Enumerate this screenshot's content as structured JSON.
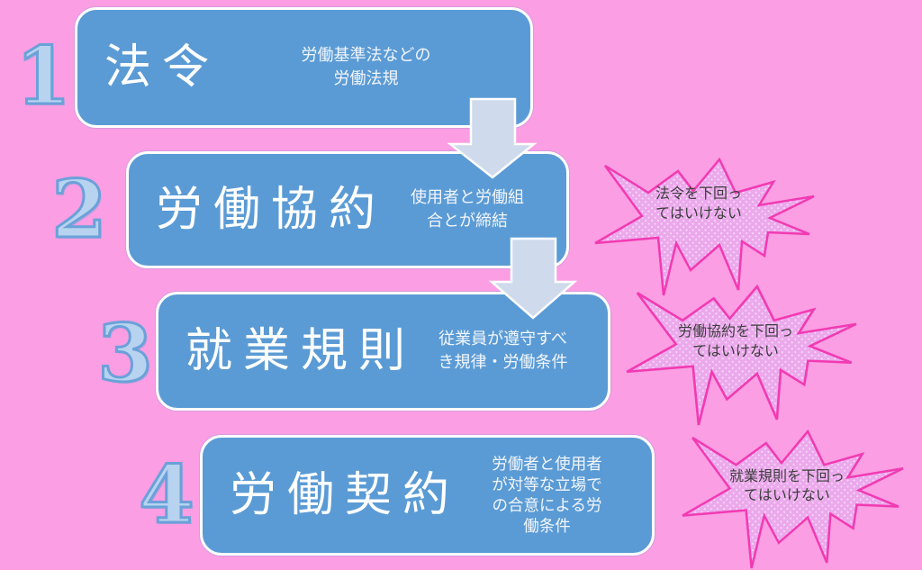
{
  "colors": {
    "background": "#fb9ee3",
    "box_fill": "#5b9bd5",
    "box_border": "#ffffff",
    "arrow_fill": "#cfdaec",
    "burst_fill": "#eba9ec",
    "burst_dot": "#f9ddf9",
    "burst_border": "#f23ab2",
    "number_fill": "#b7d3ef",
    "number_stroke": "#6ba1d9",
    "text_on_box": "#ffffff",
    "burst_text": "#3d3d3d"
  },
  "diagram": {
    "steps": [
      {
        "number": "1",
        "title": "法令",
        "subtitle": "労働基準法などの\n労働法規"
      },
      {
        "number": "2",
        "title": "労働協約",
        "subtitle": "使用者と労働組\n合とが締結"
      },
      {
        "number": "3",
        "title": "就業規則",
        "subtitle": "従業員が遵守すべ\nき規律・労働条件"
      },
      {
        "number": "4",
        "title": "労働契約",
        "subtitle": "労働者と使用者\nが対等な立場で\nの合意による労\n働条件"
      }
    ],
    "callouts": [
      {
        "text": "法令を下回っ\nてはいけない"
      },
      {
        "text": "労働協約を下回っ\nてはいけない"
      },
      {
        "text": "就業規則を下回っ\nてはいけない"
      }
    ]
  }
}
